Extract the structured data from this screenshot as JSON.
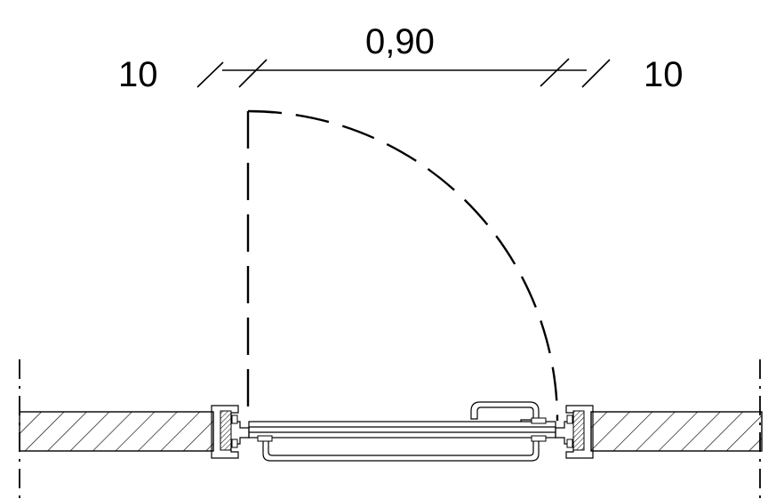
{
  "dimensions": {
    "left_jamb": "10",
    "opening_width": "0,90",
    "right_jamb": "10"
  },
  "colors": {
    "line": "#000000",
    "background": "#ffffff"
  }
}
